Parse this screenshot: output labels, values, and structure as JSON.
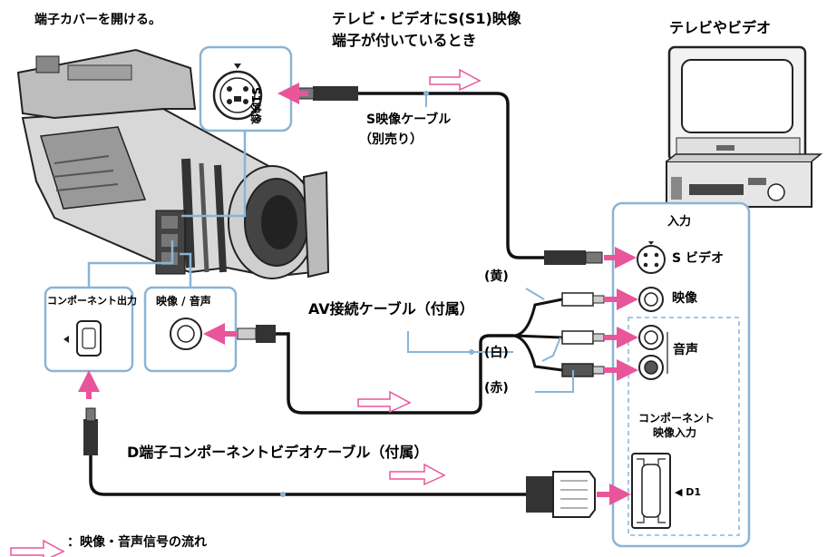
{
  "labels": {
    "open_cover": "端子カバーを開ける。",
    "s_video_title_line1": "テレビ・ビデオにS(S1)映像",
    "s_video_title_line2": "端子が付いているとき",
    "tv_vcr": "テレビやビデオ",
    "s_cable_line1": "S映像ケーブル",
    "s_cable_line2": "（別売り）",
    "s1_jack": "S1映像",
    "input": "入力",
    "s_video_input": "S ビデオ",
    "yellow": "(黄)",
    "white": "(白)",
    "red": "(赤)",
    "video_input": "映像",
    "audio_input": "音声",
    "av_cable": "AV接続ケーブル（付属）",
    "component_out": "コンポーネント出力",
    "av_out": "映像 / 音声",
    "component_in_line1": "コンポーネント",
    "component_in_line2": "映像入力",
    "d1": "◀ D1",
    "d_cable": "D端子コンポーネントビデオケーブル（付属）",
    "legend": "：映像・音声信号の流れ"
  },
  "colors": {
    "arrow": "#e8559a",
    "flow_arrow": "#e8559a",
    "callout_line": "#8ab4d6",
    "dashed_box": "#8ab4d6",
    "cable": "#111111"
  }
}
